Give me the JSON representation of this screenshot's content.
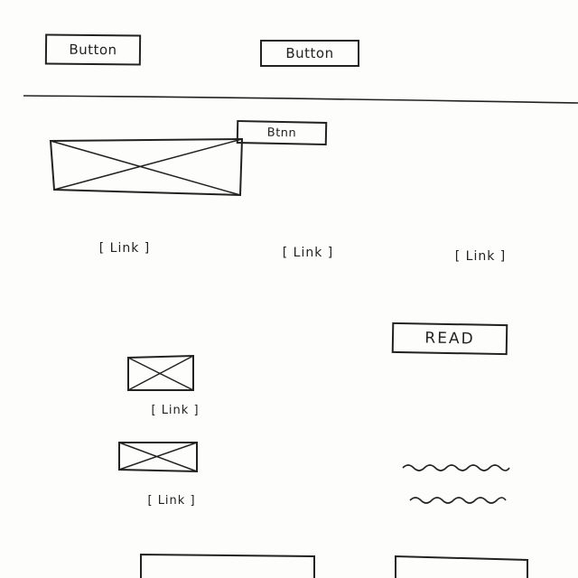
{
  "top_bar": {
    "button_1_label": "Button",
    "button_2_label": "Button"
  },
  "hero": {
    "image_icon": "image-placeholder-icon",
    "btn_label": "Btnn"
  },
  "links_row": {
    "link_1": "[ Link ]",
    "link_2": "[ Link ]",
    "link_3": "[ Link ]"
  },
  "read_button_label": "READ",
  "list_items": [
    {
      "image_icon": "image-placeholder-icon",
      "link_label": "[ Link ]"
    },
    {
      "image_icon": "image-placeholder-icon",
      "link_label": "[ Link ]"
    }
  ]
}
